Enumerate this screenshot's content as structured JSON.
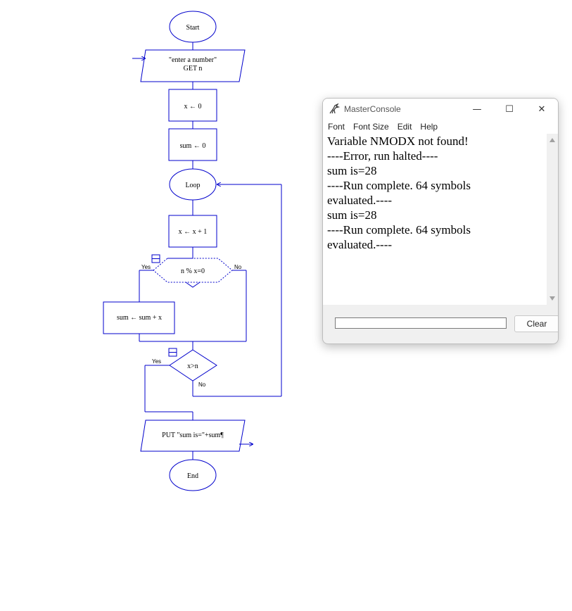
{
  "flowchart": {
    "start": "Start",
    "input_prompt": "\"enter a number\"",
    "input_get": "GET n",
    "assign_x": "x ← 0",
    "assign_sum": "sum ← 0",
    "loop": "Loop",
    "increment": "x ← x + 1",
    "condition_mod": "n % x=0",
    "mod_yes": "Yes",
    "mod_no": "No",
    "sum_update": "sum ← sum + x",
    "condition_exit": "x>n",
    "exit_yes": "Yes",
    "exit_no": "No",
    "output": "PUT \"sum is=\"+sum¶",
    "end": "End"
  },
  "console": {
    "title": "MasterConsole",
    "menu": [
      "Font",
      "Font Size",
      "Edit",
      "Help"
    ],
    "window_buttons": {
      "minimize": "—",
      "maximize": "☐",
      "close": "✕"
    },
    "output_lines": [
      "Variable NMODX not found!",
      "----Error, run halted----",
      "sum is=28",
      "----Run complete.  64 symbols",
      "evaluated.----",
      "sum is=28",
      "----Run complete.  64 symbols",
      "evaluated.----"
    ],
    "input_value": "",
    "clear_label": "Clear"
  },
  "colors": {
    "flow_line": "#0000cc",
    "console_bg": "#f0f0f0"
  }
}
